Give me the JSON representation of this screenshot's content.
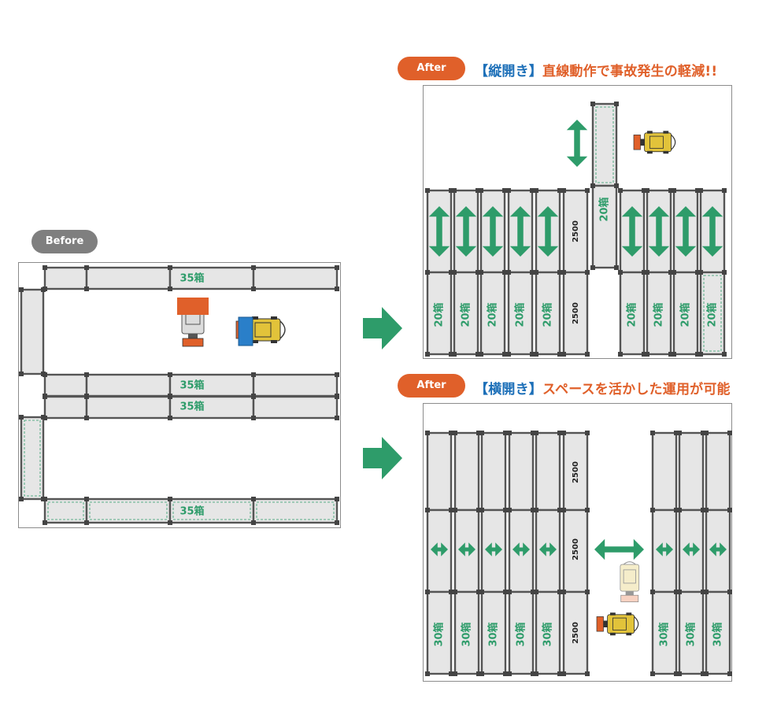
{
  "before": {
    "label": "Before",
    "shelf_label": "35箱"
  },
  "after_vertical": {
    "label": "After",
    "title_bracket": "【縦開き】",
    "title_text": "直線動作で事故発生の軽減!!",
    "rack_label": "20箱",
    "dimension": "2500"
  },
  "after_horizontal": {
    "label": "After",
    "title_bracket": "【横開き】",
    "title_text": "スペースを活かした運用が可能",
    "rack_label": "30箱",
    "dimension": "2500"
  },
  "colors": {
    "orange": "#e0602a",
    "blue": "#1c6fb8",
    "green": "#2e9c6a",
    "gray_pill": "#7f7f7f",
    "rack_fill": "#e6e6e6",
    "rack_frame": "#555555",
    "forklift_yellow": "#e2c33a"
  }
}
